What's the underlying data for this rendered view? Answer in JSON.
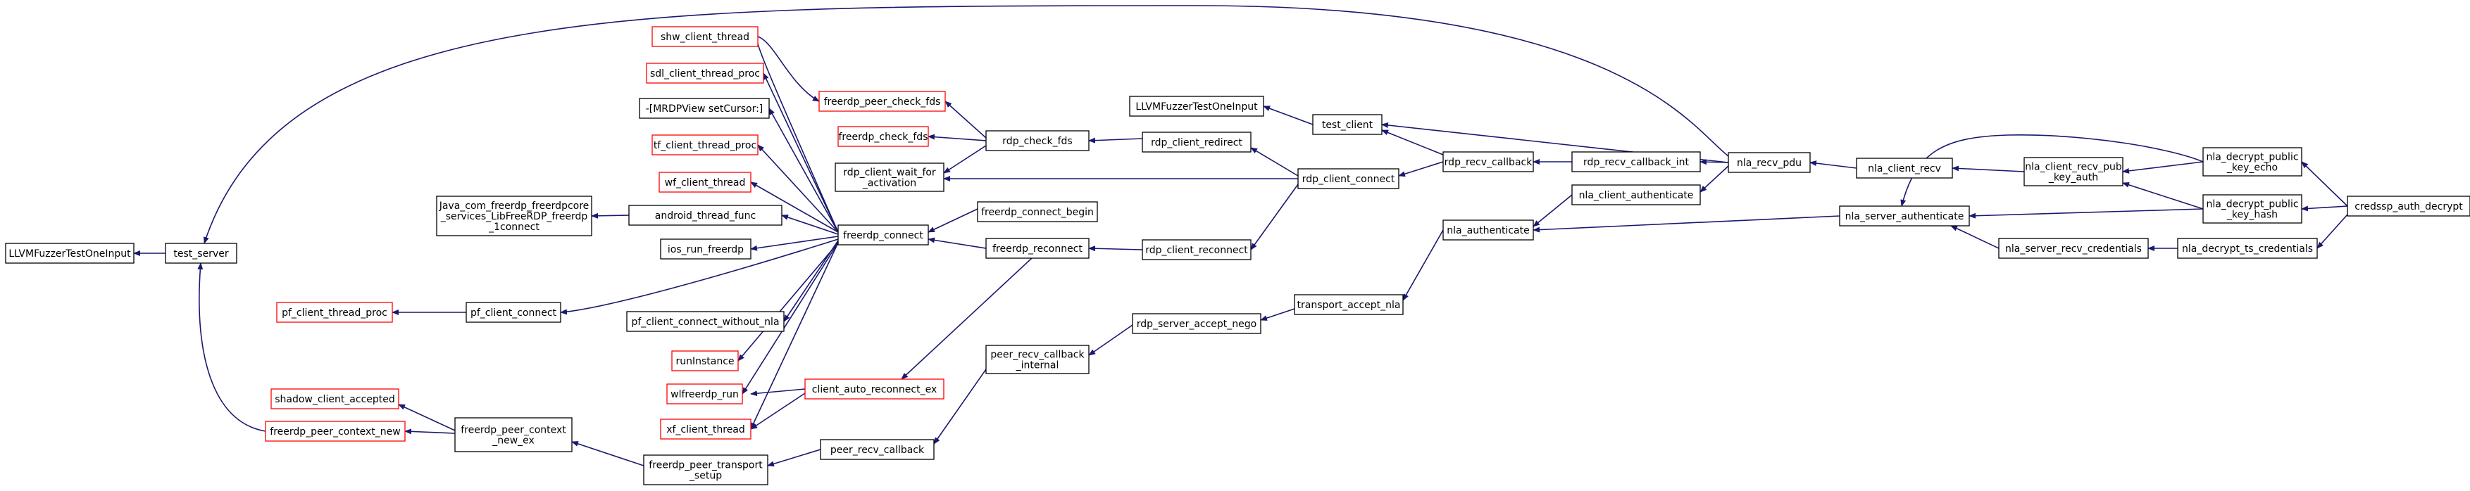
{
  "colors": {
    "edge": "#191970",
    "border_default": "#000000",
    "border_truncated": "#ff0000",
    "root_fill": "#bfbfbf",
    "node_fill": "#ffffff"
  },
  "nodes": [
    {
      "id": "root",
      "lines": [
        "credssp_auth_decrypt"
      ],
      "style": "root"
    },
    {
      "id": "decrypt_echo",
      "lines": [
        "nla_decrypt_public",
        "_key_echo"
      ],
      "style": "normal"
    },
    {
      "id": "decrypt_hash",
      "lines": [
        "nla_decrypt_public",
        "_key_hash"
      ],
      "style": "normal"
    },
    {
      "id": "decrypt_ts",
      "lines": [
        "nla_decrypt_ts_credentials"
      ],
      "style": "normal"
    },
    {
      "id": "recv_pub_key",
      "lines": [
        "nla_client_recv_pub",
        "_key_auth"
      ],
      "style": "normal"
    },
    {
      "id": "server_auth",
      "lines": [
        "nla_server_authenticate"
      ],
      "style": "normal"
    },
    {
      "id": "server_recv_cred",
      "lines": [
        "nla_server_recv_credentials"
      ],
      "style": "normal"
    },
    {
      "id": "client_recv",
      "lines": [
        "nla_client_recv"
      ],
      "style": "normal"
    },
    {
      "id": "recv_pdu",
      "lines": [
        "nla_recv_pdu"
      ],
      "style": "normal"
    },
    {
      "id": "client_auth",
      "lines": [
        "nla_client_authenticate"
      ],
      "style": "normal"
    },
    {
      "id": "nla_auth",
      "lines": [
        "nla_authenticate"
      ],
      "style": "normal"
    },
    {
      "id": "recv_cb_int",
      "lines": [
        "rdp_recv_callback_int"
      ],
      "style": "normal"
    },
    {
      "id": "recv_cb",
      "lines": [
        "rdp_recv_callback"
      ],
      "style": "normal"
    },
    {
      "id": "test_client",
      "lines": [
        "test_client"
      ],
      "style": "normal"
    },
    {
      "id": "fuzz_client",
      "lines": [
        "LLVMFuzzerTestOneInput"
      ],
      "style": "normal"
    },
    {
      "id": "client_connect",
      "lines": [
        "rdp_client_connect"
      ],
      "style": "normal"
    },
    {
      "id": "client_redirect",
      "lines": [
        "rdp_client_redirect"
      ],
      "style": "normal"
    },
    {
      "id": "client_reconnect",
      "lines": [
        "rdp_client_reconnect"
      ],
      "style": "normal"
    },
    {
      "id": "transport_nla",
      "lines": [
        "transport_accept_nla"
      ],
      "style": "normal"
    },
    {
      "id": "accept_nego",
      "lines": [
        "rdp_server_accept_nego"
      ],
      "style": "normal"
    },
    {
      "id": "peer_cb_internal",
      "lines": [
        "peer_recv_callback",
        "_internal"
      ],
      "style": "normal"
    },
    {
      "id": "peer_cb",
      "lines": [
        "peer_recv_callback"
      ],
      "style": "normal"
    },
    {
      "id": "check_fds",
      "lines": [
        "rdp_check_fds"
      ],
      "style": "normal"
    },
    {
      "id": "wait_activation",
      "lines": [
        "rdp_client_wait_for",
        "_activation"
      ],
      "style": "normal"
    },
    {
      "id": "connect_begin",
      "lines": [
        "freerdp_connect_begin"
      ],
      "style": "normal"
    },
    {
      "id": "freerdp_reconnect",
      "lines": [
        "freerdp_reconnect"
      ],
      "style": "normal"
    },
    {
      "id": "freerdp_connect",
      "lines": [
        "freerdp_connect"
      ],
      "style": "normal"
    },
    {
      "id": "auto_reconnect",
      "lines": [
        "client_auto_reconnect_ex"
      ],
      "style": "truncated"
    },
    {
      "id": "peer_check_fds",
      "lines": [
        "freerdp_peer_check_fds"
      ],
      "style": "truncated"
    },
    {
      "id": "freerdp_check_fds",
      "lines": [
        "freerdp_check_fds"
      ],
      "style": "truncated"
    },
    {
      "id": "shw",
      "lines": [
        "shw_client_thread"
      ],
      "style": "truncated"
    },
    {
      "id": "sdl",
      "lines": [
        "sdl_client_thread_proc"
      ],
      "style": "truncated"
    },
    {
      "id": "mrdp",
      "lines": [
        "-[MRDPView setCursor:]"
      ],
      "style": "normal"
    },
    {
      "id": "tf",
      "lines": [
        "tf_client_thread_proc"
      ],
      "style": "truncated"
    },
    {
      "id": "wf_thread",
      "lines": [
        "wf_client_thread"
      ],
      "style": "truncated"
    },
    {
      "id": "android",
      "lines": [
        "android_thread_func"
      ],
      "style": "normal"
    },
    {
      "id": "java",
      "lines": [
        "Java_com_freerdp_freerdpcore",
        "_services_LibFreeRDP_freerdp",
        "_1connect"
      ],
      "style": "normal"
    },
    {
      "id": "ios",
      "lines": [
        "ios_run_freerdp"
      ],
      "style": "normal"
    },
    {
      "id": "pf_connect",
      "lines": [
        "pf_client_connect"
      ],
      "style": "normal"
    },
    {
      "id": "pf_proc",
      "lines": [
        "pf_client_thread_proc"
      ],
      "style": "truncated"
    },
    {
      "id": "pf_without",
      "lines": [
        "pf_client_connect_without_nla"
      ],
      "style": "normal"
    },
    {
      "id": "runInstance",
      "lines": [
        "runInstance"
      ],
      "style": "truncated"
    },
    {
      "id": "wlf",
      "lines": [
        "wlfreerdp_run"
      ],
      "style": "truncated"
    },
    {
      "id": "xf",
      "lines": [
        "xf_client_thread"
      ],
      "style": "truncated"
    },
    {
      "id": "transport_setup",
      "lines": [
        "freerdp_peer_transport",
        "_setup"
      ],
      "style": "normal"
    },
    {
      "id": "ctx_new_ex",
      "lines": [
        "freerdp_peer_context",
        "_new_ex"
      ],
      "style": "normal"
    },
    {
      "id": "shadow",
      "lines": [
        "shadow_client_accepted"
      ],
      "style": "truncated"
    },
    {
      "id": "ctx_new",
      "lines": [
        "freerdp_peer_context_new"
      ],
      "style": "truncated"
    },
    {
      "id": "test_server",
      "lines": [
        "test_server"
      ],
      "style": "normal"
    },
    {
      "id": "fuzz_server",
      "lines": [
        "LLVMFuzzerTestOneInput"
      ],
      "style": "normal"
    }
  ]
}
